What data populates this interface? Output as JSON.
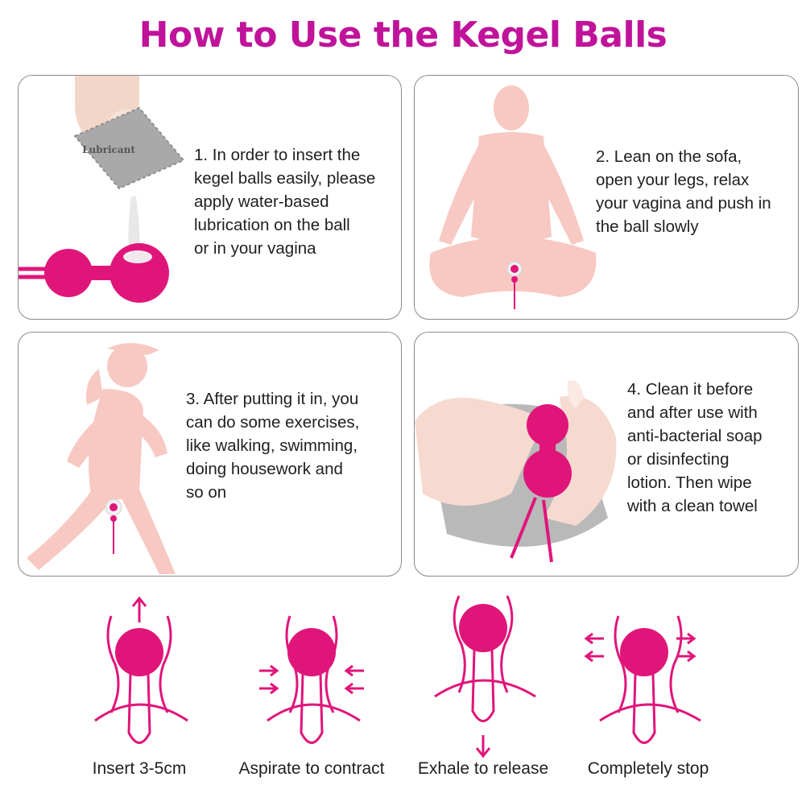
{
  "page": {
    "title": "How to Use the Kegel Balls"
  },
  "colors": {
    "accent": "#e0157a",
    "title": "#c0139a",
    "skin": "#f7c9c2",
    "border": "#8a8a8a"
  },
  "cards": [
    {
      "id": "card-1",
      "icon": "lubricant-hand-icon",
      "packet_label": "Lubricant",
      "lines": [
        "1. In order to insert the",
        "kegel balls easily, please",
        "apply water-based",
        "lubrication on the ball",
        "or in your vagina"
      ]
    },
    {
      "id": "card-2",
      "icon": "meditating-woman-icon",
      "lines": [
        "2. Lean on the sofa,",
        "open your legs, relax",
        "your vagina and push in",
        "the ball slowly"
      ]
    },
    {
      "id": "card-3",
      "icon": "running-woman-icon",
      "lines": [
        "3. After putting it in, you",
        "can do some exercises,",
        "like walking, swimming,",
        "doing housework and",
        "so on"
      ]
    },
    {
      "id": "card-4",
      "icon": "cleaning-hands-icon",
      "lines": [
        "4. Clean it before",
        "and after use with",
        "anti-bacterial soap",
        "or disinfecting",
        "lotion. Then wipe",
        "with a clean towel"
      ]
    }
  ],
  "steps": [
    {
      "id": "insert",
      "icon": "arrow-up-icon",
      "label": "Insert 3-5cm"
    },
    {
      "id": "contract",
      "icon": "arrows-inward-icon",
      "label": "Aspirate to contract"
    },
    {
      "id": "release",
      "icon": "arrow-down-icon",
      "label": "Exhale to release"
    },
    {
      "id": "stop",
      "icon": "arrows-outward-icon",
      "label": "Completely stop"
    }
  ]
}
